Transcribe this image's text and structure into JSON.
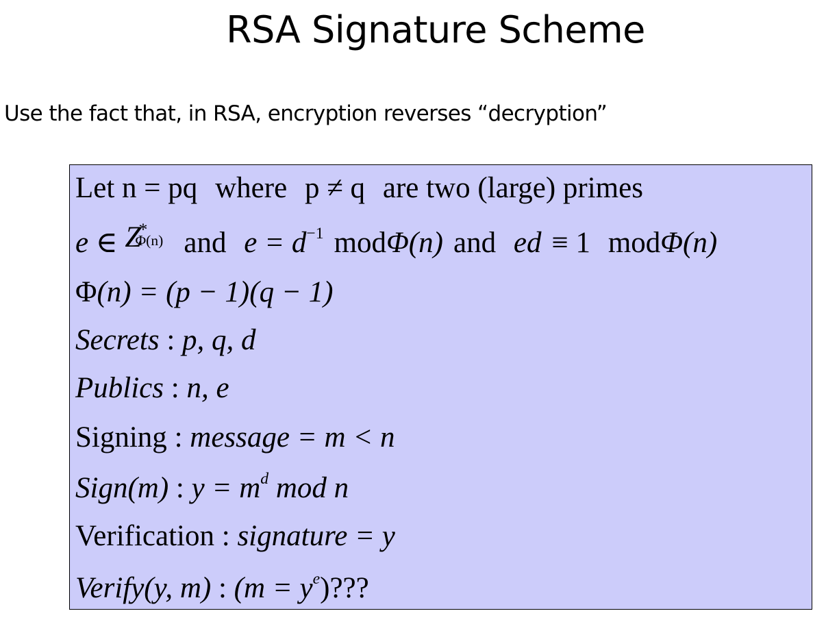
{
  "slide": {
    "title": "RSA Signature Scheme",
    "subtitle": "Use the fact that, in RSA, encryption reverses “decryption”"
  },
  "formulas": {
    "line1": {
      "let": "Let n = pq",
      "where": "where",
      "cond": "p ≠ q",
      "rest": "are two (large) primes"
    },
    "line2": {
      "e_in": "e ∈ ",
      "Z": "Z",
      "star": "*",
      "phi_n": "Φ(n)",
      "and1": "and",
      "e_eq_d": "e = d",
      "inv_exp": "−1",
      "mod1": "mod",
      "Phi1": "Φ(n)",
      "and2": "and",
      "ed": "ed",
      "equiv": "≡ 1",
      "mod2": "mod",
      "Phi2": "Φ(n)"
    },
    "line3": {
      "Phi": "Φ",
      "rest": "(n) = (p − 1)(q − 1)"
    },
    "line4": {
      "label": "Secrets",
      "colon": " : ",
      "value": "p, q, d"
    },
    "line5": {
      "label": "Publics",
      "colon": " : ",
      "value": "n, e"
    },
    "line6": {
      "label": "Signing",
      "colon": " : ",
      "value": "message = m < n"
    },
    "line7": {
      "label": "Sign(m)",
      "colon": " : ",
      "value": "y = m",
      "exp": "d",
      "rest": " mod n"
    },
    "line8": {
      "label": "Verification",
      "colon": " : ",
      "value": "signature = y"
    },
    "line9": {
      "label": "Verify(y, m)",
      "colon": " : ",
      "value_open": "(m = y",
      "exp": "e",
      "value_close": ")",
      "q": "???"
    }
  }
}
